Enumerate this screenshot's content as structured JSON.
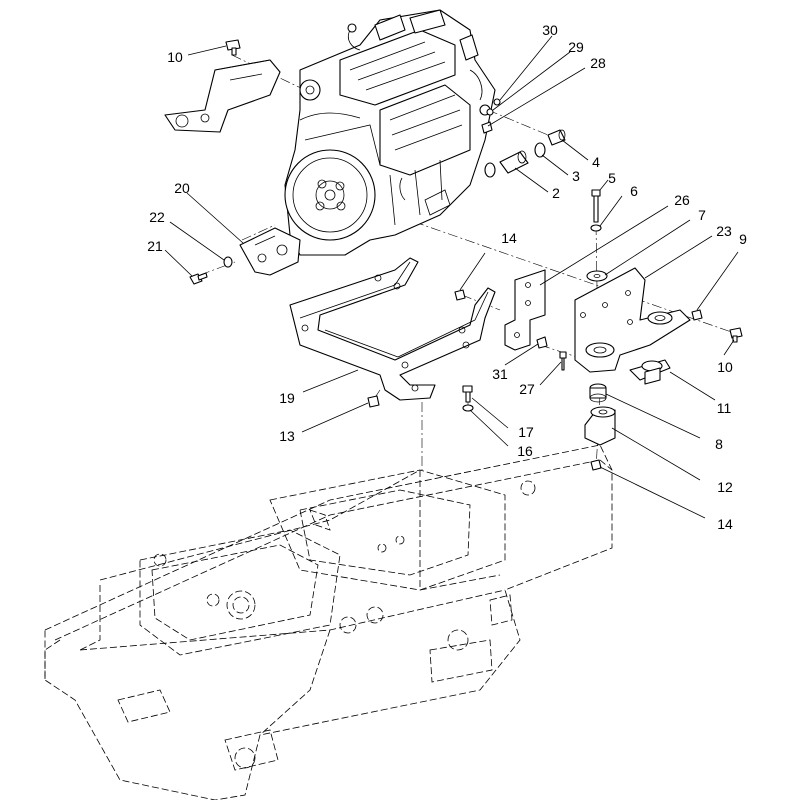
{
  "callouts": [
    {
      "id": "c30",
      "label": "30"
    },
    {
      "id": "c29",
      "label": "29"
    },
    {
      "id": "c28",
      "label": "28"
    },
    {
      "id": "c10a",
      "label": "10"
    },
    {
      "id": "c4",
      "label": "4"
    },
    {
      "id": "c3",
      "label": "3"
    },
    {
      "id": "c2",
      "label": "2"
    },
    {
      "id": "c5",
      "label": "5"
    },
    {
      "id": "c6",
      "label": "6"
    },
    {
      "id": "c26",
      "label": "26"
    },
    {
      "id": "c7",
      "label": "7"
    },
    {
      "id": "c23",
      "label": "23"
    },
    {
      "id": "c9",
      "label": "9"
    },
    {
      "id": "c20",
      "label": "20"
    },
    {
      "id": "c22",
      "label": "22"
    },
    {
      "id": "c21",
      "label": "21"
    },
    {
      "id": "c14a",
      "label": "14"
    },
    {
      "id": "c31",
      "label": "31"
    },
    {
      "id": "c27",
      "label": "27"
    },
    {
      "id": "c10b",
      "label": "10"
    },
    {
      "id": "c11",
      "label": "11"
    },
    {
      "id": "c19",
      "label": "19"
    },
    {
      "id": "c8",
      "label": "8"
    },
    {
      "id": "c13",
      "label": "13"
    },
    {
      "id": "c17",
      "label": "17"
    },
    {
      "id": "c16",
      "label": "16"
    },
    {
      "id": "c12",
      "label": "12"
    },
    {
      "id": "c14b",
      "label": "14"
    }
  ]
}
